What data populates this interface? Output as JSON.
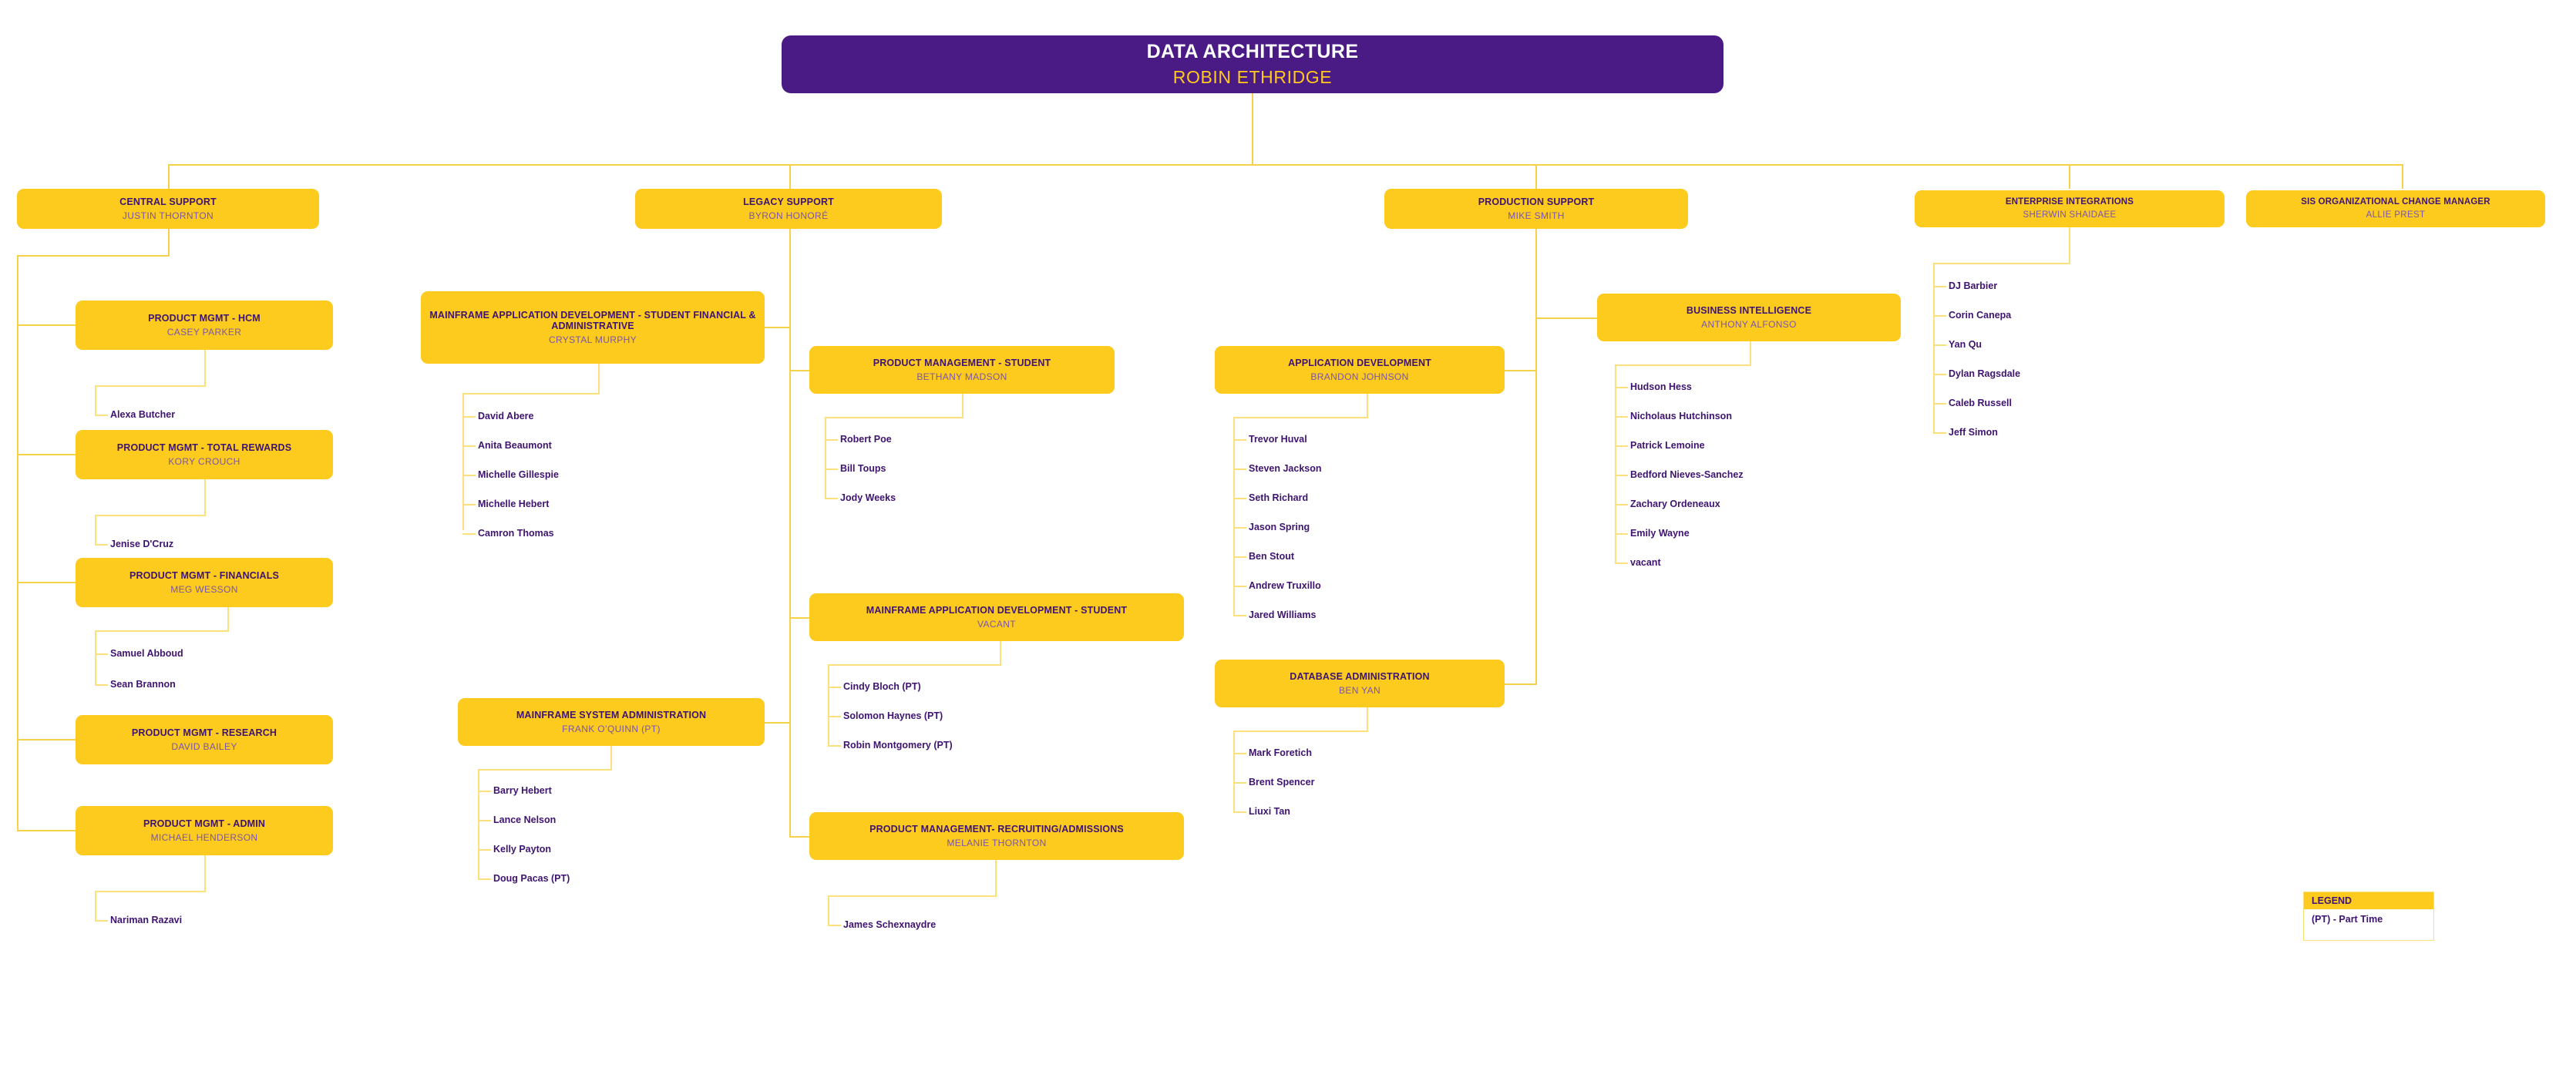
{
  "colors": {
    "root_bg": "#4A1A85",
    "node_bg": "#FCCB1E",
    "title_text": "#3E1470",
    "subtitle_text": "#7A55A8",
    "root_title_text": "#FFFFFF",
    "root_subtitle_text": "#FFC81E",
    "connector": "#F6D24B",
    "page_bg": "#FFFFFF"
  },
  "root": {
    "title": "DATA ARCHITECTURE",
    "subtitle": "ROBIN ETHRIDGE"
  },
  "divisions": {
    "central_support": {
      "title": "CENTRAL SUPPORT",
      "subtitle": "JUSTIN THORNTON"
    },
    "legacy_support": {
      "title": "LEGACY SUPPORT",
      "subtitle": "BYRON HONORÉ"
    },
    "production_support": {
      "title": "PRODUCTION SUPPORT",
      "subtitle": "MIKE SMITH"
    },
    "enterprise_integrations": {
      "title": "ENTERPRISE INTEGRATIONS",
      "subtitle": "SHERWIN SHAIDAEE"
    },
    "sis_change_manager": {
      "title": "SIS ORGANIZATIONAL CHANGE MANAGER",
      "subtitle": "ALLIE PREST"
    }
  },
  "teams": {
    "pm_hcm": {
      "title": "PRODUCT MGMT - HCM",
      "subtitle": "CASEY PARKER",
      "members": [
        "Alexa Butcher"
      ]
    },
    "pm_total_rewards": {
      "title": "PRODUCT MGMT - TOTAL REWARDS",
      "subtitle": "KORY CROUCH",
      "members": [
        "Jenise D'Cruz"
      ]
    },
    "pm_financials": {
      "title": "PRODUCT MGMT - FINANCIALS",
      "subtitle": "MEG WESSON",
      "members": [
        "Samuel Abboud",
        "Sean Brannon"
      ]
    },
    "pm_research": {
      "title": "PRODUCT MGMT - RESEARCH",
      "subtitle": "DAVID BAILEY",
      "members": []
    },
    "pm_admin": {
      "title": "PRODUCT MGMT - ADMIN",
      "subtitle": "MICHAEL HENDERSON",
      "members": [
        "Nariman Razavi"
      ]
    },
    "mainframe_app_dev_sfa": {
      "title": "MAINFRAME APPLICATION  DEVELOPMENT - STUDENT FINANCIAL & ADMINISTRATIVE",
      "subtitle": "CRYSTAL MURPHY",
      "members": [
        "David Abere",
        "Anita Beaumont",
        "Michelle Gillespie",
        "Michelle Hebert",
        "Camron Thomas"
      ]
    },
    "mainframe_sys_admin": {
      "title": "MAINFRAME SYSTEM ADMINISTRATION",
      "subtitle": "FRANK O’QUINN (PT)",
      "members": [
        "Barry Hebert",
        "Lance Nelson",
        "Kelly Payton",
        "Doug Pacas (PT)"
      ]
    },
    "pm_student": {
      "title": "PRODUCT MANAGEMENT - STUDENT",
      "subtitle": "BETHANY MADSON",
      "members": [
        "Robert Poe",
        "Bill Toups",
        "Jody Weeks"
      ]
    },
    "mainframe_app_dev_student": {
      "title": "MAINFRAME APPLICATION DEVELOPMENT - STUDENT",
      "subtitle": "VACANT",
      "members": [
        "Cindy Bloch (PT)",
        "Solomon Haynes (PT)",
        "Robin Montgomery (PT)"
      ]
    },
    "pm_recruiting": {
      "title": "PRODUCT MANAGEMENT- RECRUITING/ADMISSIONS",
      "subtitle": "MELANIE THORNTON",
      "members": [
        "James Schexnaydre"
      ]
    },
    "application_development": {
      "title": "APPLICATION DEVELOPMENT",
      "subtitle": "BRANDON JOHNSON",
      "members": [
        "Trevor Huval",
        "Steven Jackson",
        "Seth Richard",
        "Jason Spring",
        "Ben Stout",
        "Andrew Truxillo",
        "Jared Williams"
      ]
    },
    "database_administration": {
      "title": "DATABASE ADMINISTRATION",
      "subtitle": "BEN YAN",
      "members": [
        "Mark Foretich",
        "Brent Spencer",
        "Liuxi Tan"
      ]
    },
    "business_intelligence": {
      "title": "BUSINESS INTELLIGENCE",
      "subtitle": "ANTHONY ALFONSO",
      "members": [
        "Hudson Hess",
        "Nicholaus Hutchinson",
        "Patrick Lemoine",
        "Bedford Nieves-Sanchez",
        "Zachary Ordeneaux",
        "Emily Wayne",
        "vacant"
      ]
    }
  },
  "enterprise_integrations_members": [
    "DJ Barbier",
    "Corin Canepa",
    "Yan Qu",
    "Dylan Ragsdale",
    "Caleb Russell",
    "Jeff Simon"
  ],
  "legend": {
    "header": "LEGEND",
    "entry": "(PT) - Part Time"
  }
}
